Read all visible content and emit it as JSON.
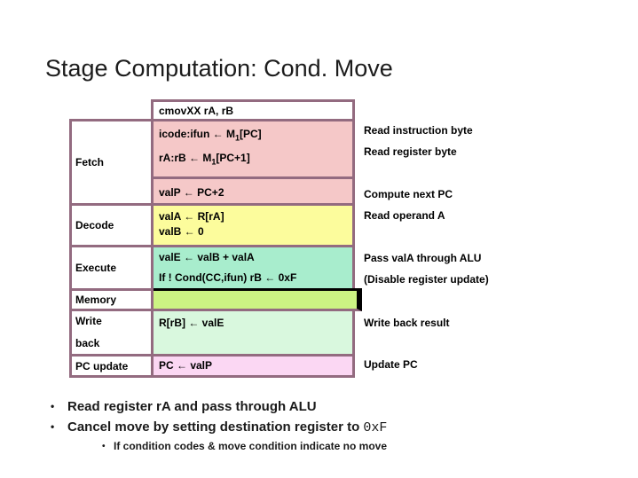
{
  "title": "Stage Computation: Cond. Move",
  "colors": {
    "border": "#936b80",
    "cellFetch": "#f5c8c8",
    "cellDecode": "#fcfc9c",
    "cellExecute": "#a8edcd",
    "cellMemory": "#ccf383",
    "cellWriteback": "#d9f8de",
    "cellPcupdate": "#fbd7f3",
    "memoryHighlight": "#000000"
  },
  "table": {
    "instruction": "cmovXX rA, rB",
    "stages": [
      "Fetch",
      "Decode",
      "Execute",
      "Memory",
      "Write back",
      "PC update"
    ],
    "formulas": {
      "fetch_line1": {
        "pre": "icode:ifun ← M",
        "sub": "1",
        "post": "[PC]"
      },
      "fetch_line2": {
        "pre": "rA:rB ← M",
        "sub": "1",
        "post": "[PC+1]"
      },
      "fetch_line3": "valP ← PC+2",
      "decode_line1": "valA ← R[rA]",
      "decode_line2": "valB ← 0",
      "execute_line1": "valE ← valB + valA",
      "execute_line2": "If ! Cond(CC,ifun) rB ← 0xF",
      "memory": "",
      "writeback": "R[rB] ← valE",
      "pc_update": "PC ← valP"
    },
    "annotations": [
      "Read instruction byte",
      "Read register byte",
      "Compute next PC",
      "Read operand A",
      "Pass valA through ALU",
      "(Disable register update)",
      "Write back result",
      "Update PC"
    ]
  },
  "bullets": {
    "marker": "•",
    "b1": "Read register rA and pass through ALU",
    "b2_pre": "Cancel move by setting destination register to ",
    "b2_code": "0xF",
    "sub": "If condition codes & move condition indicate no move"
  }
}
